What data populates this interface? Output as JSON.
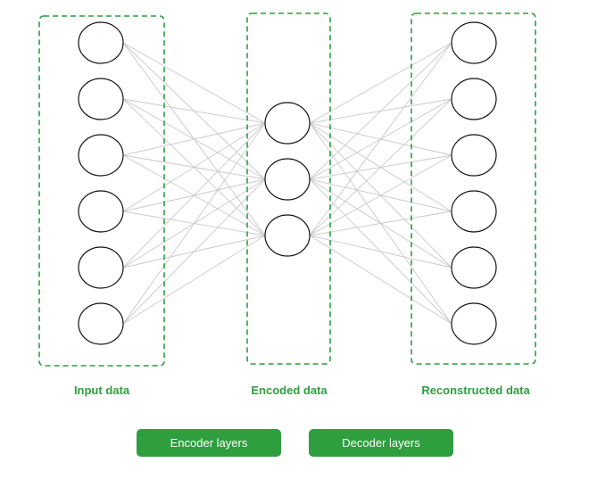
{
  "diagram": {
    "layers": {
      "input": {
        "label": "Input data",
        "node_count": 6
      },
      "encoded": {
        "label": "Encoded data",
        "node_count": 3
      },
      "output": {
        "label": "Reconstructed data",
        "node_count": 6
      }
    },
    "legend": {
      "encoder": "Encoder layers",
      "decoder": "Decoder layers"
    },
    "colors": {
      "accent": "#2e9e3f",
      "node_stroke": "#111111",
      "edge": "#c9c9c9"
    }
  }
}
